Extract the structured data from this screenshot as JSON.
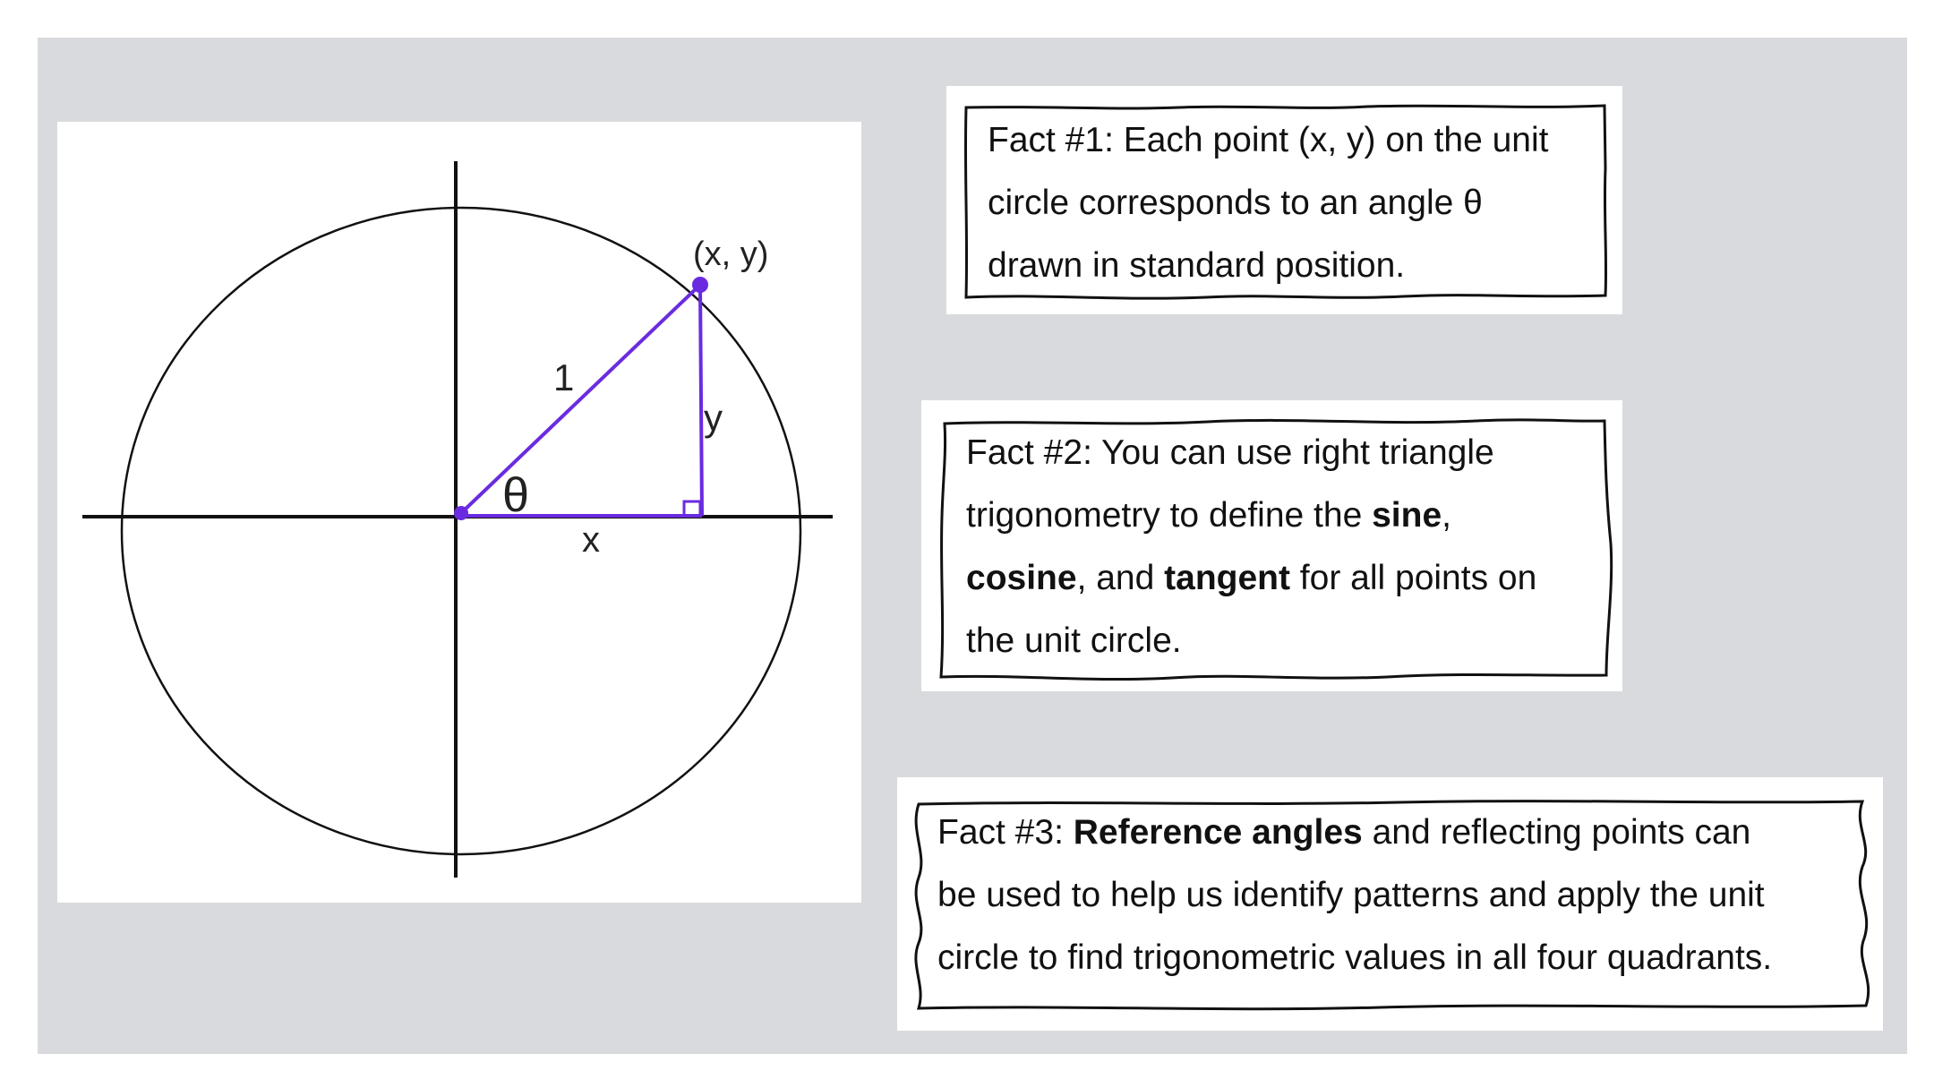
{
  "diagram": {
    "point_label": "(x, y)",
    "hypotenuse_label": "1",
    "opposite_label": "y",
    "adjacent_label": "x",
    "angle_label": "θ",
    "colors": {
      "triangle": "#6a2be0",
      "axes": "#111111",
      "circle": "#111111"
    }
  },
  "facts": [
    {
      "prefix": "Fact #1: Each point (x, y) on the unit",
      "line2": "circle corresponds to an angle θ",
      "line3": "drawn in standard position."
    },
    {
      "line1": "Fact #2: You can use right triangle",
      "line2_a": "trigonometry to define the ",
      "sine": "sine",
      "line2_b": ",",
      "cosine": "cosine",
      "line3_a": ", and ",
      "tangent": "tangent",
      "line3_b": " for all points on",
      "line4": "the unit circle."
    },
    {
      "prefix": "Fact #3: ",
      "reference_angles": "Reference angles",
      "line1_b": " and reflecting points can",
      "line2": "be used to help us identify patterns and apply the unit",
      "line3": "circle to find trigonometric values in all four quadrants."
    }
  ],
  "colors": {
    "background": "#d9dadd",
    "panel": "#ffffff",
    "text": "#111111"
  }
}
